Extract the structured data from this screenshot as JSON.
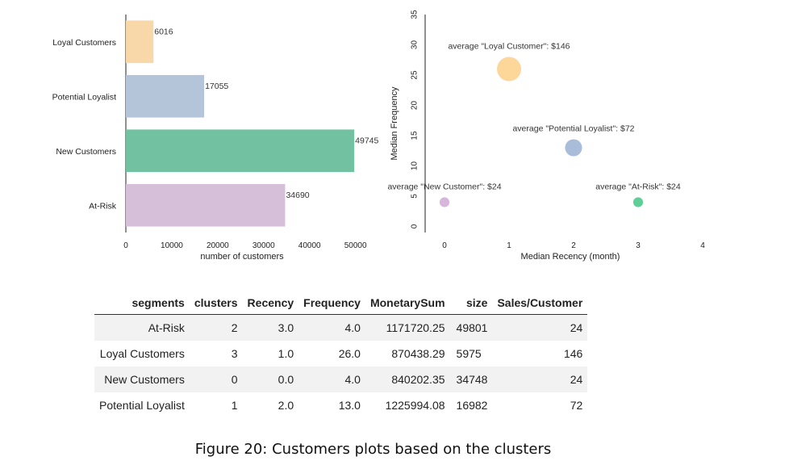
{
  "chart_data": [
    {
      "type": "bar",
      "orientation": "horizontal",
      "categories": [
        "Loyal Customers",
        "Potential Loyalist",
        "New Customers",
        "At-Risk"
      ],
      "values": [
        6016,
        17055,
        49745,
        34690
      ],
      "colors": [
        "#f8d7a9",
        "#b4c4d9",
        "#72c2a2",
        "#d6bfd9"
      ],
      "xlabel": "number of customers",
      "xlim": [
        0,
        52000
      ],
      "xticks": [
        0,
        10000,
        20000,
        30000,
        40000,
        50000
      ],
      "grid": false
    },
    {
      "type": "scatter",
      "points": [
        {
          "x": 1,
          "y": 26,
          "size": 146,
          "color": "#fdd69a",
          "label": "average \"Loyal Customer\": $146"
        },
        {
          "x": 2,
          "y": 13,
          "size": 72,
          "color": "#a9bddb",
          "label": "average \"Potential Loyalist\": $72"
        },
        {
          "x": 0,
          "y": 4,
          "size": 24,
          "color": "#d8b5dd",
          "label": "average \"New Customer\": $24"
        },
        {
          "x": 3,
          "y": 4,
          "size": 24,
          "color": "#5fcf98",
          "label": "average \"At-Risk\": $24"
        }
      ],
      "xlabel": "Median Recency (month)",
      "ylabel": "Median Frequency",
      "xlim": [
        -0.3,
        4.3
      ],
      "ylim": [
        -1,
        35
      ],
      "xticks": [
        0,
        1,
        2,
        3,
        4
      ],
      "yticks": [
        0,
        5,
        10,
        15,
        20,
        25,
        30,
        35
      ],
      "grid": false
    },
    {
      "type": "table",
      "columns": [
        "segments",
        "clusters",
        "Recency",
        "Frequency",
        "MonetarySum",
        "size",
        "Sales/Customer"
      ],
      "rows": [
        [
          "At-Risk",
          "2",
          "3.0",
          "4.0",
          "1171720.25",
          "49801",
          "24"
        ],
        [
          "Loyal Customers",
          "3",
          "1.0",
          "26.0",
          "870438.29",
          "5975",
          "146"
        ],
        [
          "New Customers",
          "0",
          "0.0",
          "4.0",
          "840202.35",
          "34748",
          "24"
        ],
        [
          "Potential Loyalist",
          "1",
          "2.0",
          "13.0",
          "1225994.08",
          "16982",
          "72"
        ]
      ]
    }
  ],
  "caption": "Figure 20: Customers plots based on the clusters"
}
